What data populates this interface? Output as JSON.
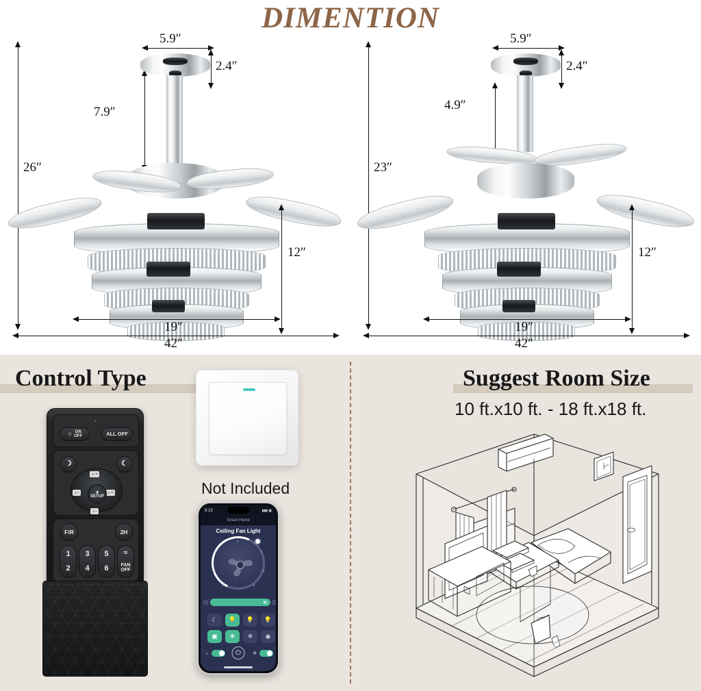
{
  "title": "DIMENTION",
  "title_color": "#8d6547",
  "background": {
    "top": "#ffffff",
    "bottom": "#e9e4de",
    "header_band": "#d4cbbe"
  },
  "fan_left": {
    "label": "fan-with-blades-retracted",
    "dimensions": {
      "canopy_width": "5.9″",
      "canopy_height": "2.4″",
      "downrod": "7.9″",
      "total_height": "26″",
      "body_height": "12″",
      "body_width": "19″",
      "blade_span": "42″"
    }
  },
  "fan_right": {
    "label": "fan-with-blades-extended",
    "dimensions": {
      "canopy_width": "5.9″",
      "canopy_height": "2.4″",
      "downrod": "4.9″",
      "total_height": "23″",
      "body_height": "12″",
      "body_width": "19″",
      "blade_span": "42″"
    }
  },
  "control_panel": {
    "heading": "Control Type",
    "wall_switch_caption": "Not Included",
    "remote": {
      "light_button": "ON\nOFF",
      "all_off_button": "ALL OFF",
      "dim_down_button": "dim-down",
      "night_mode_button": "night-mode",
      "dpad_up": "light-up",
      "dpad_left": "dim-minus",
      "dpad_right": "dim-plus",
      "dpad_down": "light-down",
      "setup_label": "SETUP",
      "reverse_button": "F/R",
      "timer_button": "2H",
      "speed_buttons": [
        "1",
        "2",
        "3",
        "4",
        "5",
        "6"
      ],
      "breeze_button": "breeze",
      "fan_off_button": "FAN\nOFF"
    },
    "app": {
      "status_time": "9:15",
      "status_signal": "signal-icon",
      "status_battery": "battery-icon",
      "appbar_title": "Smart Home",
      "card_title": "Ceiling Fan Light",
      "dial_ticks": [
        "0",
        "1",
        "2",
        "3",
        "4",
        "5",
        "6"
      ],
      "brightness_value": "brightness-slider",
      "row1_icons": [
        "scene-night",
        "scene-bright",
        "scene-warm",
        "scene-cool"
      ],
      "row2_icons": [
        "mode-auto",
        "mode-natural",
        "mode-sleep",
        "mode-timer"
      ],
      "toggle_left": "light-toggle",
      "toggle_right": "fan-toggle",
      "power_button": "power-icon"
    }
  },
  "room_panel": {
    "heading": "Suggest Room Size",
    "subheading": "10 ft.x10 ft. - 18 ft.x18 ft.",
    "illustration": "isometric-bedroom-line-drawing"
  }
}
